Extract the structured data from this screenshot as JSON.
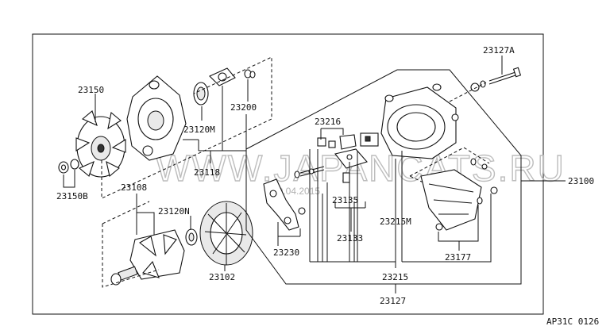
{
  "watermark": {
    "text": "WWW.JAPANCATS.RU",
    "date": "10.04.2015"
  },
  "labels": {
    "p23150": "23150",
    "p23150B": "23150B",
    "p23120M": "23120M",
    "p23200": "23200",
    "p23118": "23118",
    "p23108": "23108",
    "p23120N": "23120N",
    "p23102": "23102",
    "p23127A": "23127A",
    "p23216": "23216",
    "p23135": "23135",
    "p23133": "23133",
    "p23230": "23230",
    "p23215M": "23215M",
    "p23177": "23177",
    "p23215": "23215",
    "p23127": "23127",
    "p23100": "23100"
  },
  "figure_code": "AP31C 0126"
}
